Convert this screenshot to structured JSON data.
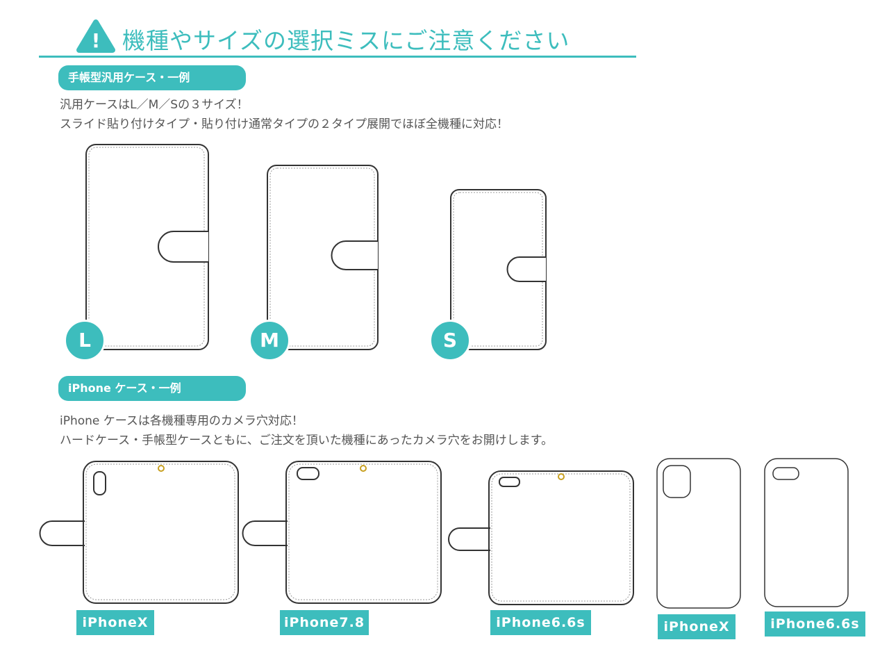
{
  "header": {
    "title": "機種やサイズの選択ミスにご注意ください",
    "warning_icon": "exclamation-triangle"
  },
  "section1": {
    "label": "手帳型汎用ケース・一例",
    "lines": [
      "汎用ケースはL／M／Sの３サイズ！",
      "スライド貼り付けタイプ・貼り付け通常タイプの２タイプ展開でほぼ全機種に対応！"
    ],
    "sizes": [
      "L",
      "M",
      "S"
    ]
  },
  "section2": {
    "label": "iPhone ケース・一例",
    "lines": [
      "iPhone ケースは各機種専用のカメラ穴対応！",
      "ハードケース・手帳型ケースともに、ご注文を頂いた機種にあったカメラ穴をお開けします。"
    ],
    "models": [
      "iPhoneX",
      "iPhone7.8",
      "iPhone6.6s",
      "iPhoneX",
      "iPhone6.6s"
    ]
  },
  "colors": {
    "accent": "#3dbdbd",
    "ring": "#c8a020"
  }
}
